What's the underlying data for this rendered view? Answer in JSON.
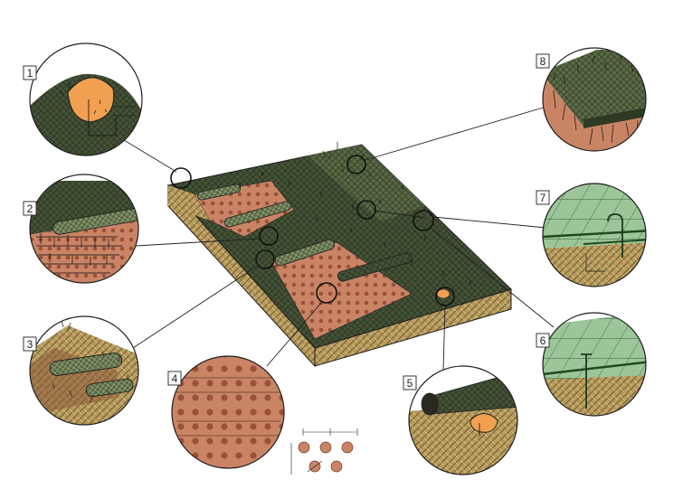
{
  "callouts": [
    {
      "number": "1"
    },
    {
      "number": "2"
    },
    {
      "number": "3"
    },
    {
      "number": "4"
    },
    {
      "number": "5"
    },
    {
      "number": "6"
    },
    {
      "number": "7"
    },
    {
      "number": "8"
    }
  ],
  "colors": {
    "soil": "#b59a5c",
    "soil_dark": "#8a6e3a",
    "mat_dark": "#3d4a32",
    "mat_green": "#5f6f48",
    "terracotta": "#c98466",
    "terracotta_dot": "#9a5138",
    "orange_fill": "#f0a050",
    "light_green": "#9dc59a",
    "outline": "#1e1e1e"
  }
}
